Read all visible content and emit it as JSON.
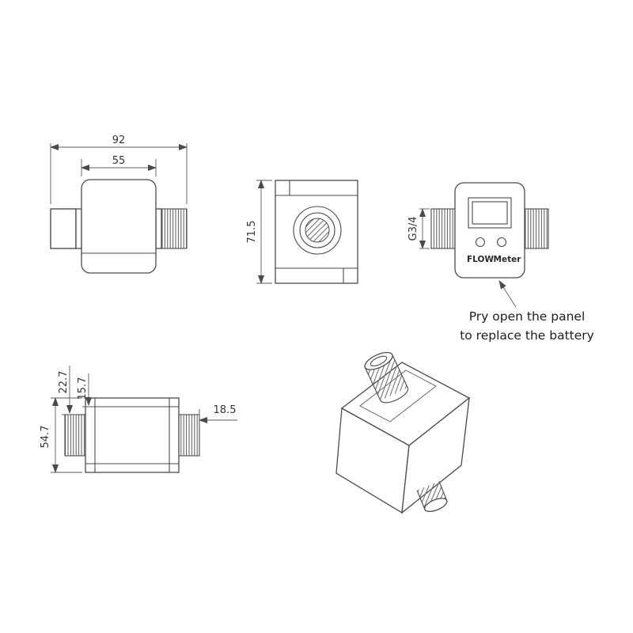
{
  "drawing": {
    "front_view": {
      "dim_overall_width": "92",
      "dim_body_width": "55"
    },
    "side_view": {
      "dim_height": "71.5"
    },
    "face_view": {
      "thread_size": "G3/4",
      "display_flow": "FLOW",
      "display_meter": "Meter"
    },
    "annotation": {
      "line1": "Pry open the panel",
      "line2": "to replace the battery"
    },
    "profile_view": {
      "dim_a": "22.7",
      "dim_b": "15.7",
      "dim_height": "54.7",
      "dim_thread": "18.5"
    }
  },
  "colors": {
    "line": "#4a4a4a",
    "text": "#333333",
    "background": "#ffffff"
  }
}
